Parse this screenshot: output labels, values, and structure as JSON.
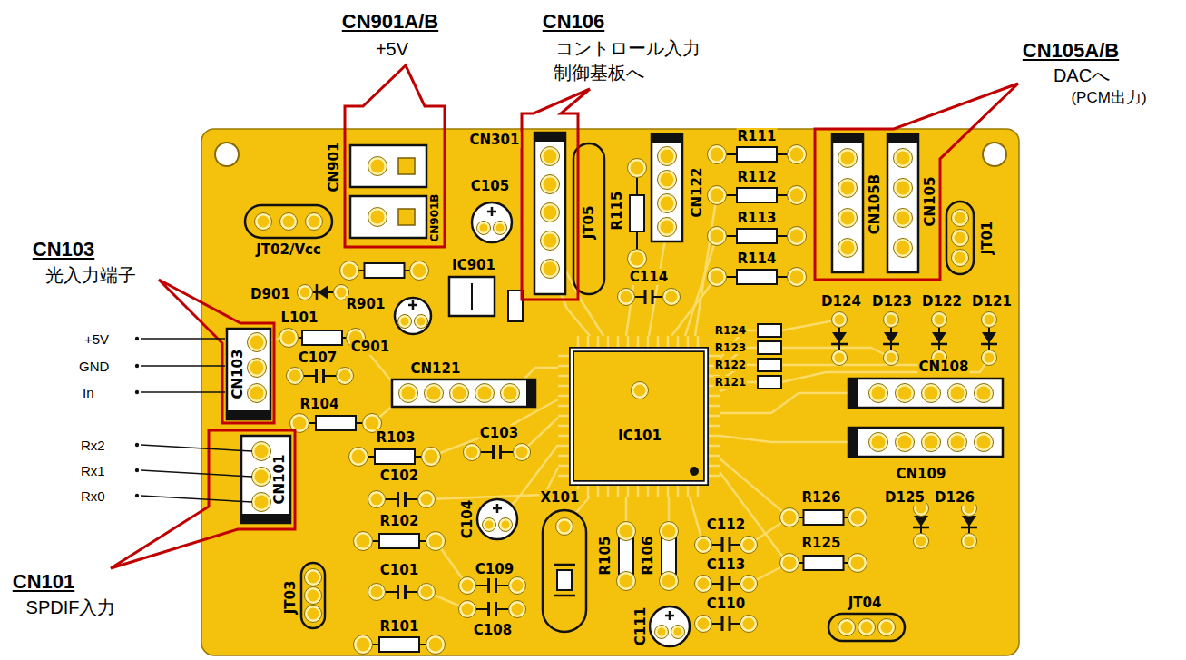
{
  "diagram": {
    "labels": [
      "CN901A/B",
      "+5V",
      "CN106",
      "コントロール入力",
      "制御基板へ",
      "CN105A/B",
      "DACへ",
      "(PCM出力)",
      "CN103",
      "光入力端子",
      "+5V",
      "GND",
      "In",
      "Rx2",
      "Rx1",
      "Rx0",
      "CN101",
      "SPDIF入力",
      "CN901",
      "CN901B",
      "JT02/Vcc",
      "C105",
      "CN301",
      "R115",
      "JT05",
      "CN122",
      "R111",
      "R112",
      "R113",
      "R114",
      "CN105B",
      "CN105",
      "JT01",
      "D901",
      "R901",
      "IC901",
      "C901",
      "C114",
      "D124",
      "D123",
      "D122",
      "D121",
      "R124",
      "R123",
      "R122",
      "R121",
      "L101",
      "CN103",
      "C107",
      "CN121",
      "CN108",
      "R104",
      "IC101",
      "R103",
      "C103",
      "CN109",
      "C102",
      "C104",
      "X101",
      "C112",
      "R126",
      "D125",
      "D126",
      "R102",
      "CN101",
      "R105",
      "R106",
      "C113",
      "R125",
      "C101",
      "C109",
      "C110",
      "JT03",
      "JT04",
      "R101",
      "C108",
      "C111"
    ]
  }
}
